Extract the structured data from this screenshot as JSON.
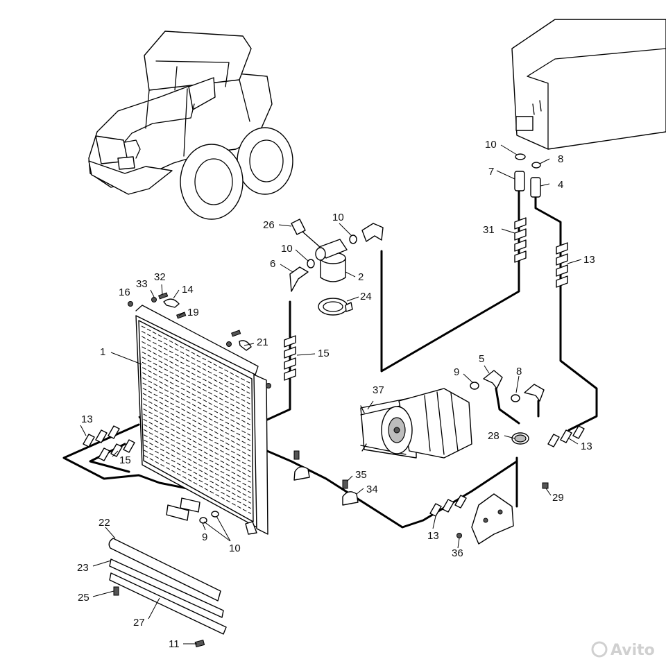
{
  "callouts": [
    {
      "id": "c10a",
      "text": "10"
    },
    {
      "id": "c8a",
      "text": "8"
    },
    {
      "id": "c7",
      "text": "7"
    },
    {
      "id": "c4",
      "text": "4"
    },
    {
      "id": "c26",
      "text": "26"
    },
    {
      "id": "c10b",
      "text": "10"
    },
    {
      "id": "c10c",
      "text": "10"
    },
    {
      "id": "c31",
      "text": "31"
    },
    {
      "id": "c13a",
      "text": "13"
    },
    {
      "id": "c6",
      "text": "6"
    },
    {
      "id": "c2",
      "text": "2"
    },
    {
      "id": "c33",
      "text": "33"
    },
    {
      "id": "c32",
      "text": "32"
    },
    {
      "id": "c14",
      "text": "14"
    },
    {
      "id": "c16",
      "text": "16"
    },
    {
      "id": "c24",
      "text": "24"
    },
    {
      "id": "c19",
      "text": "19"
    },
    {
      "id": "c1",
      "text": "1"
    },
    {
      "id": "c21",
      "text": "21"
    },
    {
      "id": "c15a",
      "text": "15"
    },
    {
      "id": "c9a",
      "text": "9"
    },
    {
      "id": "c5",
      "text": "5"
    },
    {
      "id": "c8b",
      "text": "8"
    },
    {
      "id": "c37",
      "text": "37"
    },
    {
      "id": "c13b",
      "text": "13"
    },
    {
      "id": "c15b",
      "text": "15"
    },
    {
      "id": "c28",
      "text": "28"
    },
    {
      "id": "c13c",
      "text": "13"
    },
    {
      "id": "c35",
      "text": "35"
    },
    {
      "id": "c34",
      "text": "34"
    },
    {
      "id": "c29",
      "text": "29"
    },
    {
      "id": "c9b",
      "text": "9"
    },
    {
      "id": "c10d",
      "text": "10"
    },
    {
      "id": "c13d",
      "text": "13"
    },
    {
      "id": "c36",
      "text": "36"
    },
    {
      "id": "c22",
      "text": "22"
    },
    {
      "id": "c23",
      "text": "23"
    },
    {
      "id": "c25",
      "text": "25"
    },
    {
      "id": "c27",
      "text": "27"
    },
    {
      "id": "c11",
      "text": "11"
    }
  ],
  "watermark": {
    "text": "Avito"
  }
}
